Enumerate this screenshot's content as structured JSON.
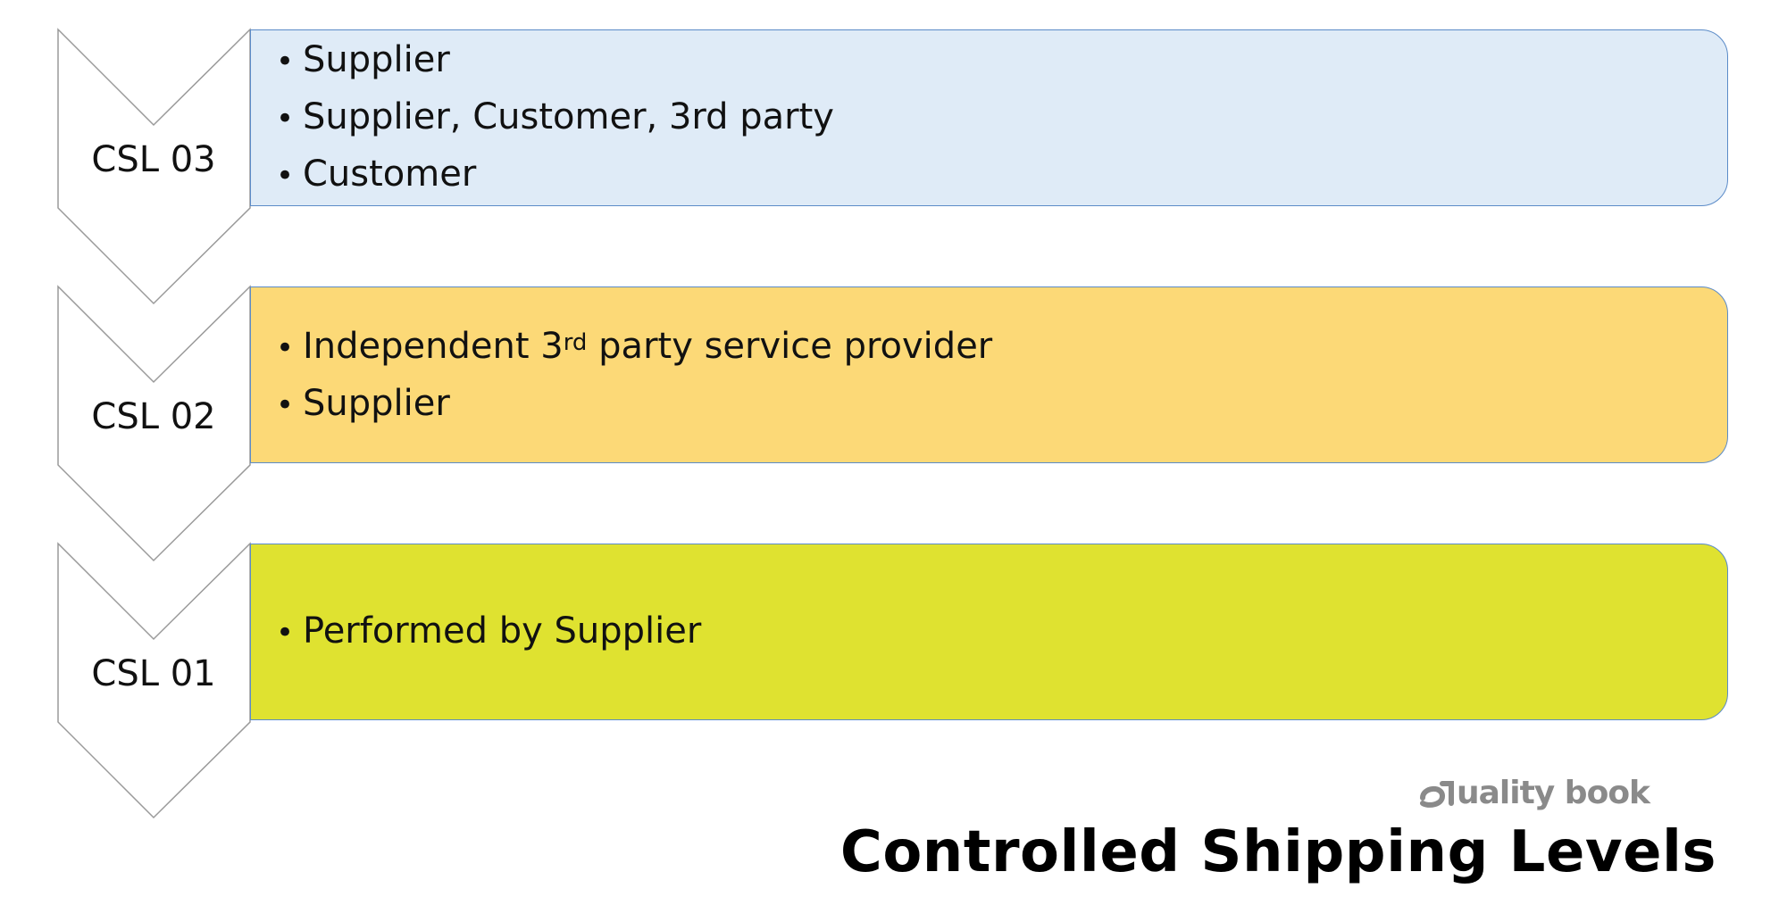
{
  "title": "Controlled Shipping Levels",
  "logo": {
    "text": "uality book",
    "color": "#8a8a8a"
  },
  "levels": [
    {
      "label": "CSL 03",
      "color": "#dfebf7",
      "items": [
        {
          "text": "Supplier"
        },
        {
          "text": "Supplier, Customer, 3rd party"
        },
        {
          "text": "Customer"
        }
      ]
    },
    {
      "label": "CSL 02",
      "color": "#fcd977",
      "items": [
        {
          "pre": "Independent 3",
          "sup": "rd",
          "post": " party service provider"
        },
        {
          "text": "Supplier"
        }
      ]
    },
    {
      "label": "CSL 01",
      "color": "#dfe230",
      "items": [
        {
          "text": "Performed by Supplier"
        }
      ]
    }
  ]
}
